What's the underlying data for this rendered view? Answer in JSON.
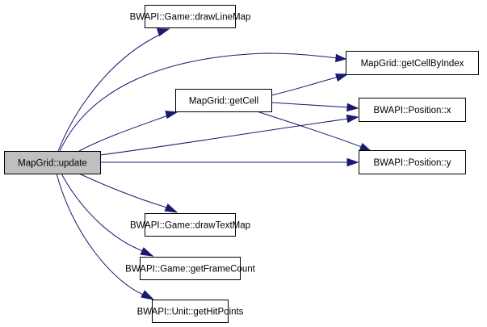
{
  "diagram": {
    "type": "call-graph",
    "colors": {
      "edge": "#191970",
      "root_fill": "#bfbfbf",
      "node_fill": "#ffffff",
      "node_border": "#000000"
    },
    "nodes": [
      {
        "id": "update",
        "label": "MapGrid::update",
        "root": true
      },
      {
        "id": "drawLineMap",
        "label": "BWAPI::Game::drawLineMap"
      },
      {
        "id": "getCellByIndex",
        "label": "MapGrid::getCellByIndex"
      },
      {
        "id": "getCell",
        "label": "MapGrid::getCell"
      },
      {
        "id": "posX",
        "label": "BWAPI::Position::x"
      },
      {
        "id": "posY",
        "label": "BWAPI::Position::y"
      },
      {
        "id": "drawTextMap",
        "label": "BWAPI::Game::drawTextMap"
      },
      {
        "id": "getFrameCount",
        "label": "BWAPI::Game::getFrameCount"
      },
      {
        "id": "getHitPoints",
        "label": "BWAPI::Unit::getHitPoints"
      }
    ],
    "edges": [
      {
        "from": "update",
        "to": "drawLineMap"
      },
      {
        "from": "update",
        "to": "getCellByIndex"
      },
      {
        "from": "update",
        "to": "getCell"
      },
      {
        "from": "update",
        "to": "posX"
      },
      {
        "from": "update",
        "to": "posY"
      },
      {
        "from": "update",
        "to": "drawTextMap"
      },
      {
        "from": "update",
        "to": "getFrameCount"
      },
      {
        "from": "update",
        "to": "getHitPoints"
      },
      {
        "from": "getCell",
        "to": "getCellByIndex"
      },
      {
        "from": "getCell",
        "to": "posX"
      },
      {
        "from": "getCell",
        "to": "posY"
      }
    ]
  }
}
